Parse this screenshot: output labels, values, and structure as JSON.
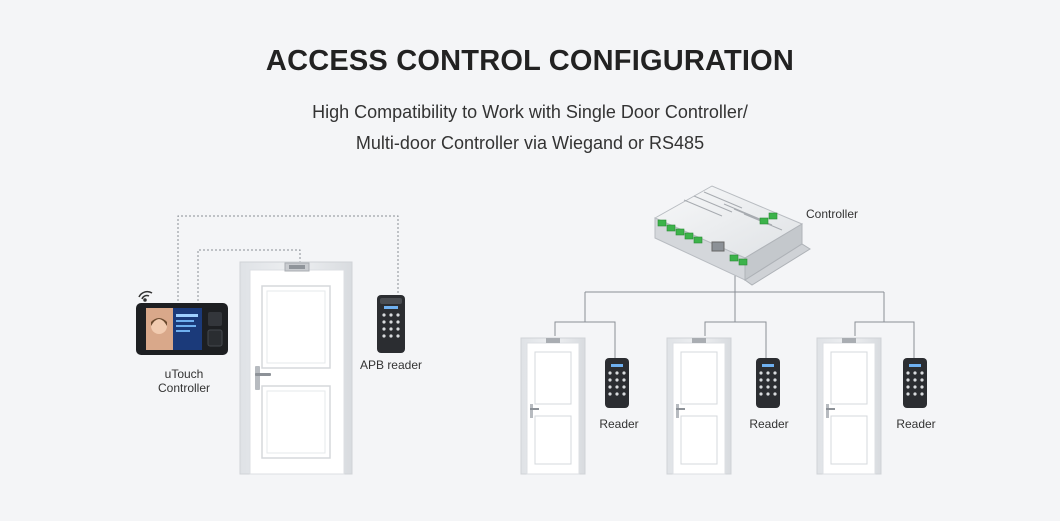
{
  "header": {
    "title": "ACCESS CONTROL CONFIGURATION",
    "subtitle_line1": "High Compatibility to Work with Single Door Controller/",
    "subtitle_line2": "Multi-door Controller via Wiegand or RS485"
  },
  "left_setup": {
    "controller_label_line1": "uTouch",
    "controller_label_line2": "Controller",
    "reader_label": "APB reader"
  },
  "right_setup": {
    "controller_label": "Controller",
    "reader_labels": [
      "Reader",
      "Reader",
      "Reader"
    ]
  },
  "colors": {
    "background": "#f4f5f7",
    "door": "#ffffff",
    "door_frame": "#e3e5e8",
    "wire": "#8a8f96",
    "reader": "#2b2d31",
    "terminal_green": "#3cb34a",
    "screen_blue": "#1b3a7a"
  },
  "icons": [
    "wifi-icon",
    "door-icon",
    "card-reader-icon",
    "controller-box-icon",
    "touch-screen-icon"
  ]
}
